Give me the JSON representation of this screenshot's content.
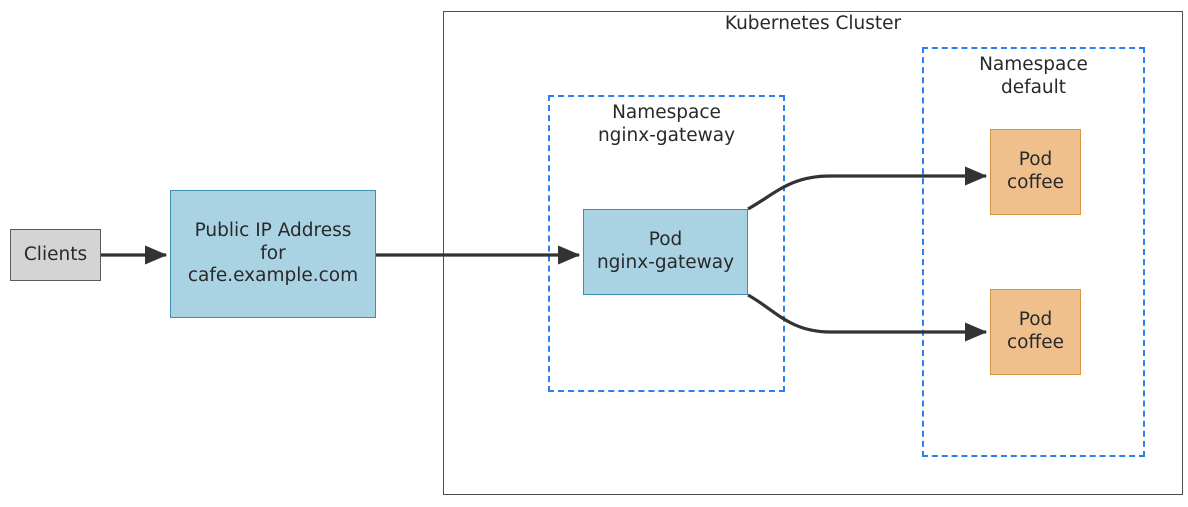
{
  "diagram": {
    "title": "Kubernetes Cluster",
    "cluster": {
      "label": "Kubernetes Cluster"
    },
    "namespaces": [
      {
        "id": "nginx-gateway",
        "label": "Namespace\nnginx-gateway",
        "line1": "Namespace",
        "line2": "nginx-gateway"
      },
      {
        "id": "default",
        "label": "Namespace\ndefault",
        "line1": "Namespace",
        "line2": "default"
      }
    ],
    "nodes": {
      "clients": {
        "label": "Clients",
        "fill": "#d4d4d4",
        "stroke": "#5b5b5b"
      },
      "public_ip": {
        "label": "Public IP Address\nfor\ncafe.example.com",
        "fill": "#a9d2e3",
        "stroke": "#3d8eb0"
      },
      "pod_gateway": {
        "label": "Pod\nnginx-gateway",
        "fill": "#a9d2e3",
        "stroke": "#3d8eb0"
      },
      "pod_coffee_1": {
        "label": "Pod\ncoffee",
        "fill": "#f0c08c",
        "stroke": "#d79243"
      },
      "pod_coffee_2": {
        "label": "Pod\ncoffee",
        "fill": "#f0c08c",
        "stroke": "#d79243"
      }
    },
    "edges": [
      {
        "id": "clients-to-public-ip",
        "from": "clients",
        "to": "public_ip"
      },
      {
        "id": "public-ip-to-pod-gateway",
        "from": "public_ip",
        "to": "pod_gateway"
      },
      {
        "id": "pod-gateway-to-coffee-1",
        "from": "pod_gateway",
        "to": "pod_coffee_1"
      },
      {
        "id": "pod-gateway-to-coffee-2",
        "from": "pod_gateway",
        "to": "pod_coffee_2"
      }
    ],
    "colors": {
      "arrow": "#333333",
      "namespace_border": "#2d7ff0",
      "cluster_border": "#4d4d4d",
      "text": "#29292b"
    }
  }
}
